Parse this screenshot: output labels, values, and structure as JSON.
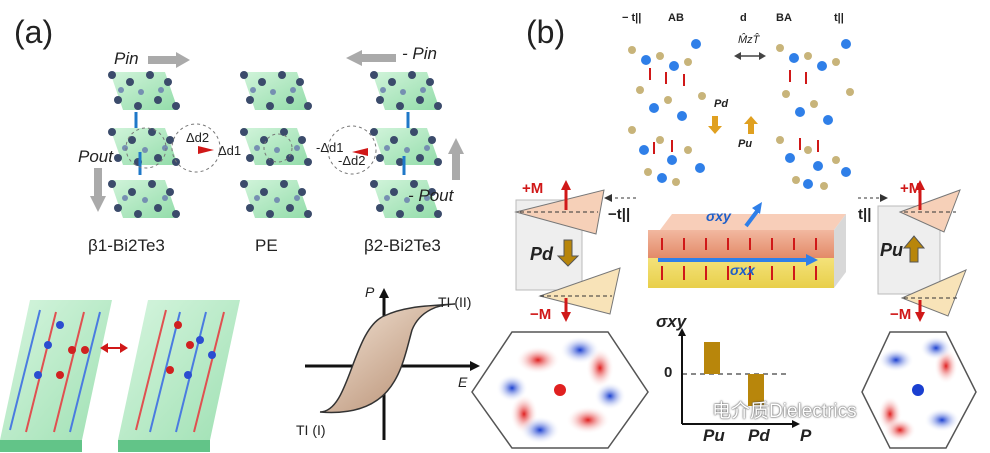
{
  "panel_a": {
    "label": "(a)",
    "p_in": "Pin",
    "minus_p_in": "- Pin",
    "p_out": "Pout",
    "minus_p_out": "- Pout",
    "delta_d2": "Δd2",
    "delta_d1": "Δd1",
    "neg_delta_d1": "-Δd1",
    "neg_delta_d2": "-Δd2",
    "struct_labels": [
      "β1-Bi2Te3",
      "PE",
      "β2-Bi2Te3"
    ],
    "hysteresis": {
      "p_axis": "P",
      "e_axis": "E",
      "ti2": "TI (II)",
      "ti1": "TI (I)"
    }
  },
  "panel_b": {
    "label": "(b)",
    "minus_t": "− t||",
    "ab": "AB",
    "d": "d",
    "ba": "BA",
    "t": "t||",
    "mzt": "M̂zT̂",
    "pd_small": "Pd",
    "pu_small": "Pu",
    "plus_m_left": "+M",
    "minus_t_mid": "−t||",
    "pd": "Pd",
    "minus_m_left": "−M",
    "sigma_xy_top": "σxy",
    "sigma_xx": "σxx",
    "t_right": "t||",
    "plus_m_right": "+M",
    "pu": "Pu",
    "minus_m_right": "−M",
    "bar_chart": {
      "ylabel": "σxy",
      "zero": "0",
      "xlabel": "P",
      "categories": [
        "Pu",
        "Pd"
      ]
    }
  },
  "chart_data": {
    "type": "bar",
    "title": "",
    "xlabel": "P",
    "ylabel": "σxy",
    "categories": [
      "Pu",
      "Pd"
    ],
    "values": [
      1,
      -1
    ],
    "colors": [
      "#b8860b",
      "#b8860b"
    ]
  },
  "watermark": "电介质Dielectrics"
}
